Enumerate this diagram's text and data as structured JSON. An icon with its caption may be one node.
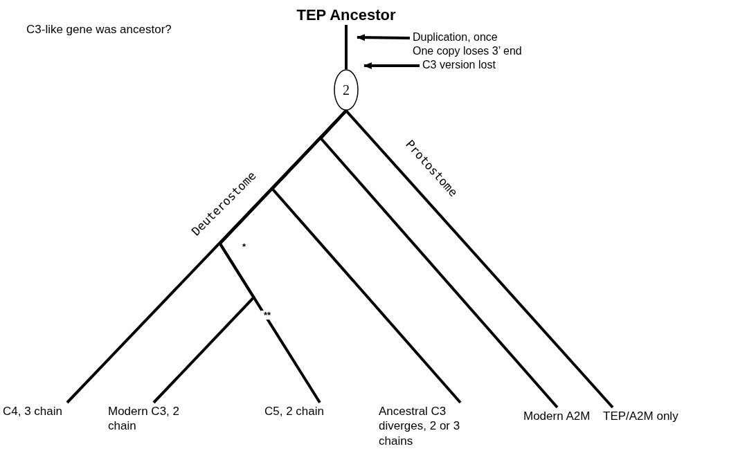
{
  "diagram": {
    "nodes": [
      {
        "text": [
          "TEP Ancestor"
        ]
      },
      {
        "text": [
          "2"
        ]
      },
      {
        "text": [
          "C4, 3 chain"
        ]
      },
      {
        "text": [
          "Modern C3, 2 chain"
        ]
      },
      {
        "text": [
          "C5, 2 chain"
        ]
      },
      {
        "text": [
          "Ancestral C3 diverges, 2 or 3 chains"
        ]
      },
      {
        "text": [
          "Modern A2M"
        ]
      },
      {
        "text": [
          "TEP/A2M only"
        ]
      },
      {
        "text": [
          "Duplication, once",
          "One copy loses 3’ end"
        ]
      },
      {
        "text": [
          "C3 version lost"
        ]
      }
    ],
    "edges": [
      {
        "from": 0,
        "to": 1,
        "arrow": "none"
      },
      {
        "from": 1,
        "to": 2,
        "arrow": "none"
      },
      {
        "from": 1,
        "to": 3,
        "arrow": "none"
      },
      {
        "from": 1,
        "to": 4,
        "arrow": "none"
      },
      {
        "from": 1,
        "to": 5,
        "arrow": "none"
      },
      {
        "from": 1,
        "to": 6,
        "arrow": "none"
      },
      {
        "from": 1,
        "to": 7,
        "arrow": "none",
        "label": "Protostome"
      },
      {
        "from": 8,
        "to": 0,
        "arrow": "to"
      },
      {
        "from": 9,
        "to": 1,
        "arrow": "to"
      }
    ],
    "labels": [
      "C3-like gene was ancestor?",
      "Deuterostome",
      "*",
      "**"
    ]
  }
}
